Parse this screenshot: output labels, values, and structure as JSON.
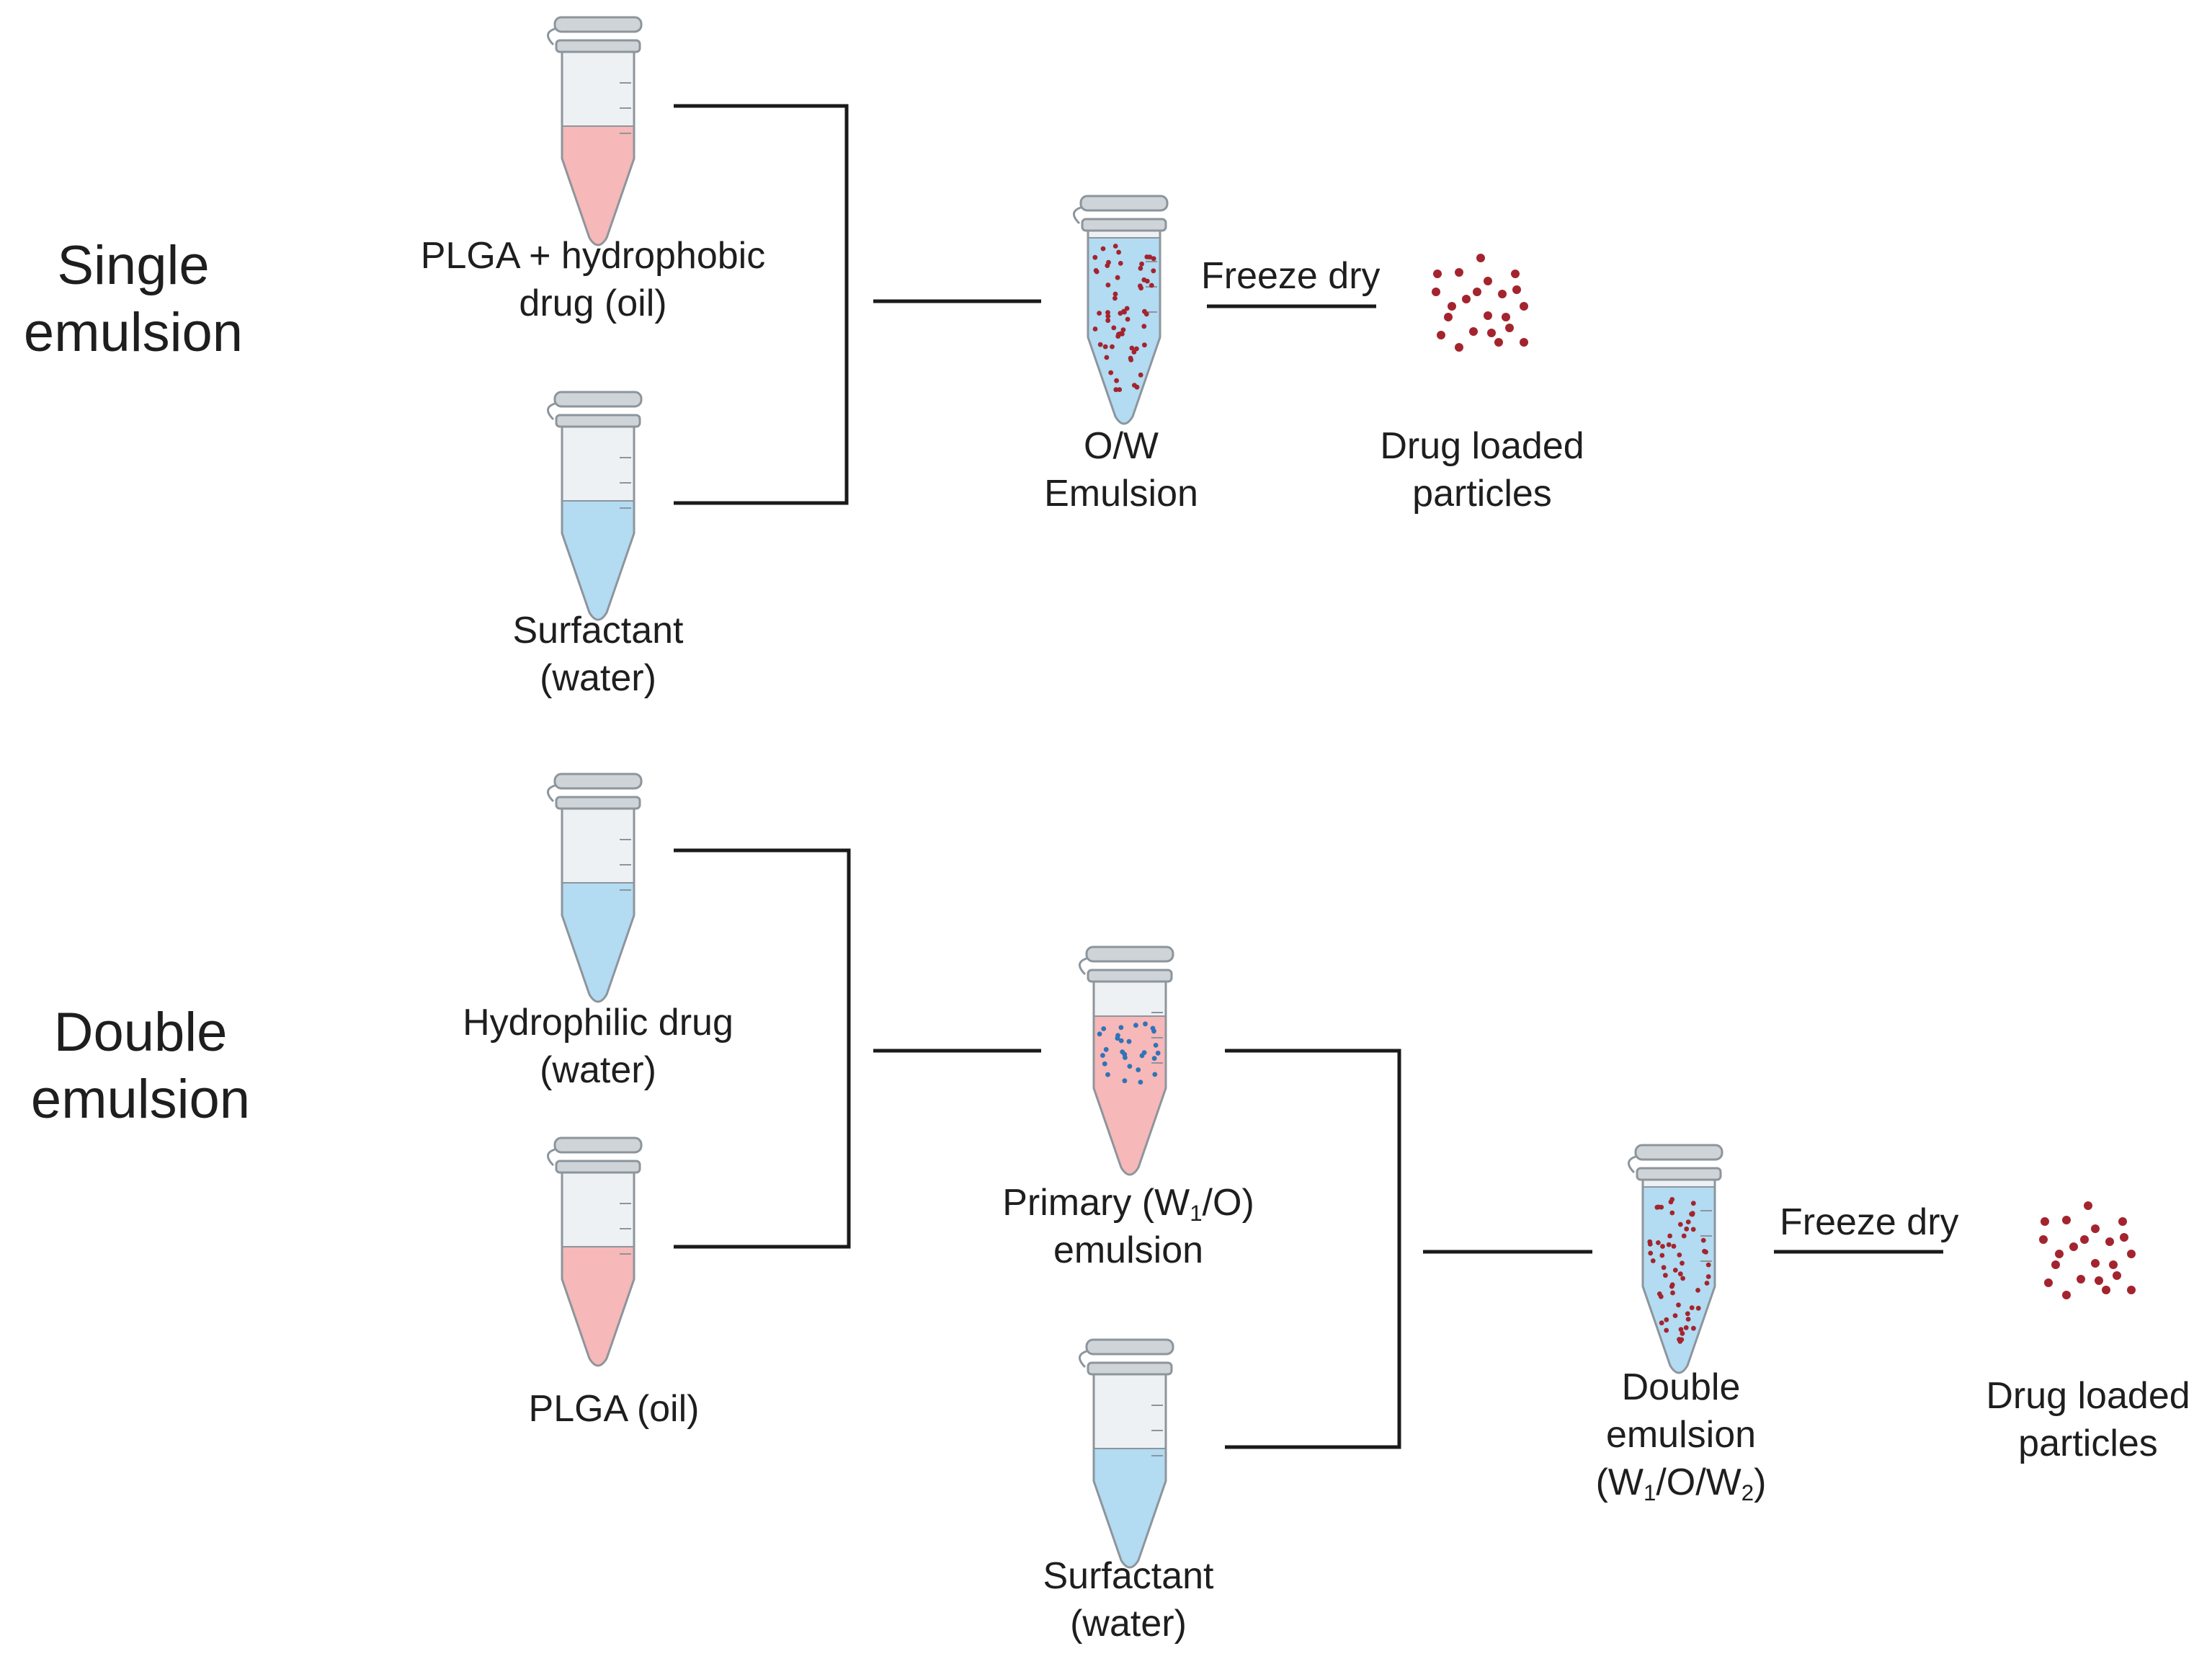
{
  "palette": {
    "line": "#1a1a1a",
    "oil": "#f6b8b8",
    "water": "#b3dbf2",
    "tube_glass": "#eef1f4",
    "tube_outline": "#8d959c",
    "cap": "#cfd4d8",
    "particle": "#a3242e",
    "droplet_blue": "#2f73b8"
  },
  "icons": {
    "tube": "microcentrifuge-tube-icon",
    "particles": "particle-cluster-icon"
  },
  "single": {
    "title_lines": [
      "Single",
      "emulsion"
    ],
    "oil_tube": {
      "lines": [
        "PLGA + hydrophobic",
        "drug (oil)"
      ],
      "fill": "oil"
    },
    "water_tube": {
      "lines": [
        "Surfactant",
        "(water)"
      ],
      "fill": "water"
    },
    "emulsion": {
      "lines": [
        "O/W",
        "Emulsion"
      ]
    },
    "freeze_label": "Freeze dry",
    "particles_label": [
      "Drug loaded",
      "particles"
    ]
  },
  "double": {
    "title_lines": [
      "Double",
      "emulsion"
    ],
    "hydrophilic_tube": {
      "lines": [
        "Hydrophilic drug",
        "(water)"
      ],
      "fill": "water"
    },
    "plga_tube": {
      "lines": [
        "PLGA  (oil)"
      ],
      "fill": "oil"
    },
    "primary": {
      "line1_pre": "Primary (W",
      "line1_sub": "1",
      "line1_post": "/O)",
      "line2": "emulsion"
    },
    "surfactant_tube": {
      "lines": [
        "Surfactant",
        "(water)"
      ],
      "fill": "water"
    },
    "final": {
      "line1": "Double",
      "line2": "emulsion",
      "line3_a": "(W",
      "line3_sub1": "1",
      "line3_b": "/O/W",
      "line3_sub2": "2",
      "line3_c": ")"
    },
    "freeze_label": "Freeze dry",
    "particles_label": [
      "Drug loaded",
      "particles"
    ]
  }
}
